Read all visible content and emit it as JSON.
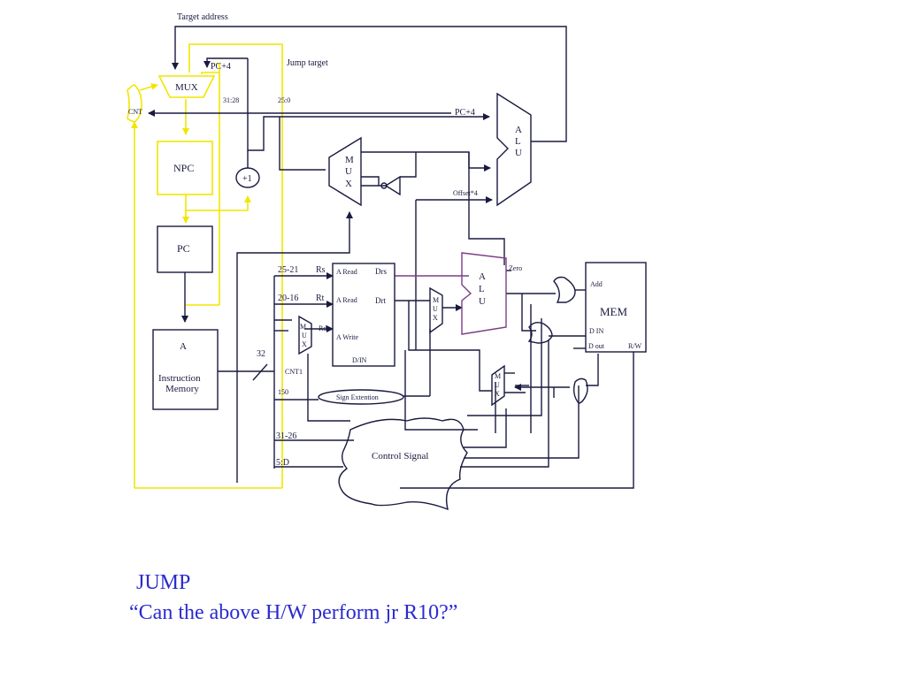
{
  "diagram": {
    "labels": {
      "target_address": "Target address",
      "pc_plus4_top": "PC+4",
      "jump_target": "Jump target",
      "mux_top": "MUX",
      "bits_31_28": "31:28",
      "bits_25_0": "25:0",
      "cnt": "CNT",
      "pc_plus4_mid": "PC+4",
      "npc": "NPC",
      "plus_one": "+1",
      "pc": "PC",
      "alu_top": [
        "A",
        "L",
        "U"
      ],
      "mux_center": [
        "M",
        "U",
        "X"
      ],
      "offset4": "Offset*4",
      "f_25_21": "25-21",
      "rs": "Rs",
      "a_read1": "A Read",
      "drs": "Drs",
      "f_20_16": "20-16",
      "rt": "Rt",
      "a_read2": "A Read",
      "drt": "Drt",
      "rd": "Rd",
      "a_write": "A Write",
      "din_reg": "D/IN",
      "cnt1": "CNT1",
      "bus32": "32",
      "f_150": "150",
      "sign_ext": "Sign Extention",
      "f_31_26": "31-26",
      "f_5d": "5:D",
      "control_signal": "Control Signal",
      "instr_mem": [
        "A",
        "Instruction",
        "Memory"
      ],
      "mux_small": [
        "M",
        "U",
        "X"
      ],
      "alu_mid": [
        "A",
        "L",
        "U"
      ],
      "zero": "Zero",
      "mux_lower": [
        "M",
        "U",
        "X"
      ],
      "mem_add": "Add",
      "mem": "MEM",
      "mem_din": "D IN",
      "mem_dout": "D out",
      "mem_rw": "R/W"
    },
    "colors": {
      "yellow": "#f2e600",
      "ink": "#1a1a40",
      "purple": "#7a3f86"
    }
  },
  "caption": {
    "title": "JUMP",
    "question": "“Can the above H/W perform jr R10?”"
  }
}
